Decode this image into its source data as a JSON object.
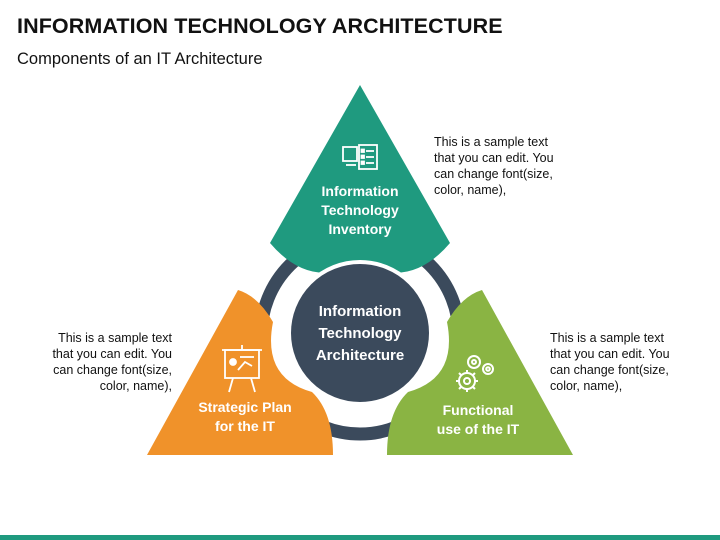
{
  "title": "INFORMATION TECHNOLOGY ARCHITECTURE",
  "subtitle": "Components of an IT Architecture",
  "center": {
    "line1": "Information",
    "line2": "Technology",
    "line3": "Architecture",
    "color": "#3b4a5c"
  },
  "segments": [
    {
      "id": "top",
      "lines": [
        "Information",
        "Technology",
        "Inventory"
      ],
      "icon": "inventory-checklist-icon",
      "color": "#1f9a7f"
    },
    {
      "id": "left",
      "lines": [
        "Strategic Plan",
        "for the IT"
      ],
      "icon": "presentation-board-icon",
      "color": "#f0922a"
    },
    {
      "id": "right",
      "lines": [
        "Functional",
        "use of the IT"
      ],
      "icon": "gears-icon",
      "color": "#8ab443"
    }
  ],
  "notes": {
    "top_right": "This is a sample text that you can edit. You can change font(size, color, name),",
    "left": "This is a sample text that you can edit. You can change font(size, color, name),",
    "right": "This is a sample text that you can edit. You can change font(size, color, name),"
  },
  "ring_color": "#3b4a5c"
}
